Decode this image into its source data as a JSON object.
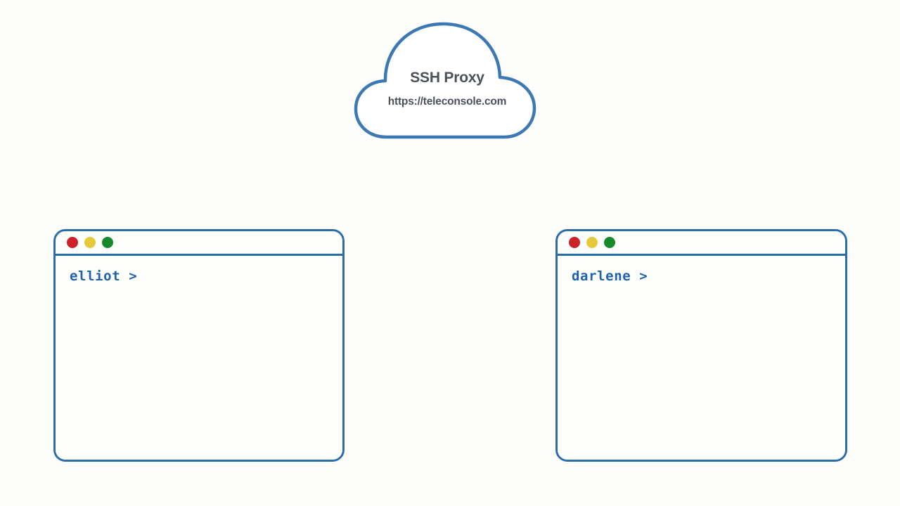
{
  "diagram": {
    "background_color": "#fdfdfb",
    "accent_color": "#2b6cab",
    "cloud": {
      "title": "SSH Proxy",
      "subtitle": "https://teleconsole.com",
      "text_color": "#4c5159",
      "stroke_color": "#3c78b4"
    },
    "terminals": [
      {
        "id": "left",
        "prompt": "elliot >",
        "prompt_color": "#1c63ae",
        "border_color": "#2b6cab",
        "window_controls": [
          {
            "name": "close",
            "color": "#cc2127"
          },
          {
            "name": "minimize",
            "color": "#e8c93c"
          },
          {
            "name": "maximize",
            "color": "#158a2a"
          }
        ]
      },
      {
        "id": "right",
        "prompt": "darlene >",
        "prompt_color": "#1c63ae",
        "border_color": "#2b6cab",
        "window_controls": [
          {
            "name": "close",
            "color": "#cc2127"
          },
          {
            "name": "minimize",
            "color": "#e8c93c"
          },
          {
            "name": "maximize",
            "color": "#158a2a"
          }
        ]
      }
    ]
  }
}
